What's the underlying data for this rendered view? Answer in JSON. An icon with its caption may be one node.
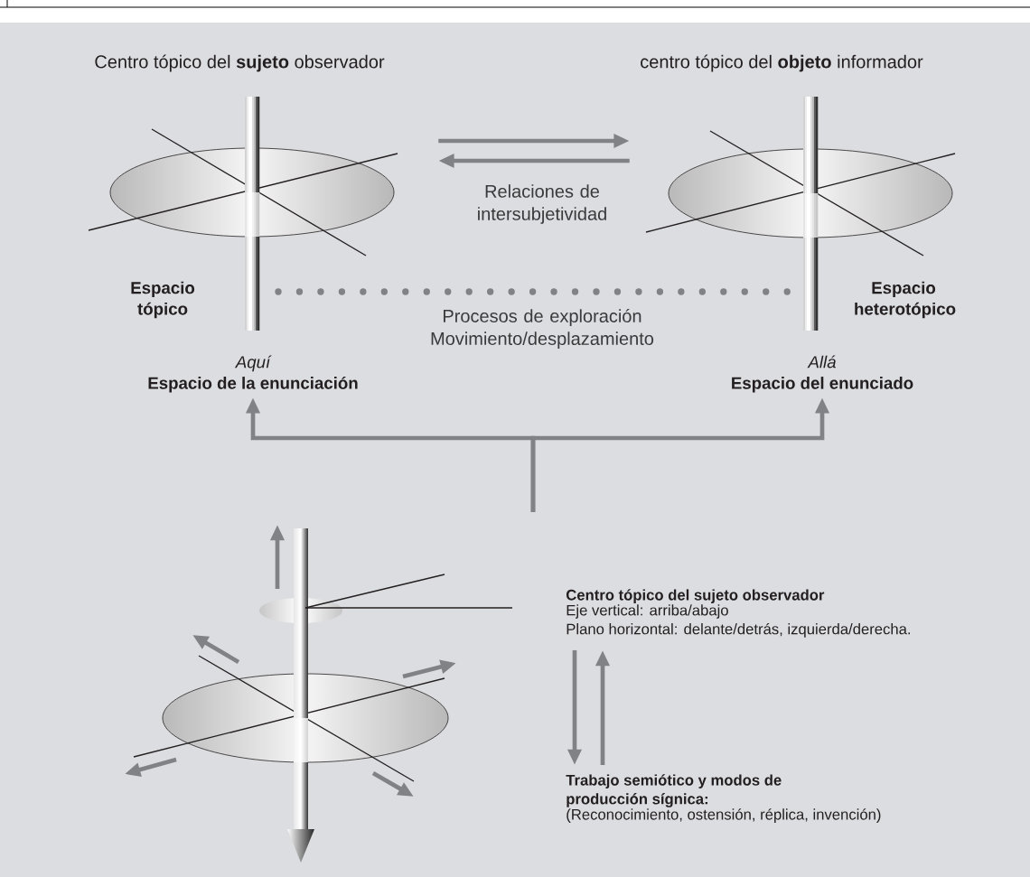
{
  "diagram": {
    "nodes": [
      {
        "text": [
          "Centro tópico del **sujeto** observador"
        ]
      },
      {
        "text": [
          "centro tópico del **objeto** informador"
        ]
      },
      {
        "text": [
          "Espacio tópico"
        ]
      },
      {
        "text": [
          "Espacio heterotópico"
        ]
      },
      {
        "text": [
          "Aquí",
          "Espacio de la enunciación"
        ]
      },
      {
        "text": [
          "Allá",
          "Espacio del enunciado"
        ]
      },
      {
        "text": [],
        "shape": "picture"
      },
      {
        "text": [
          "Centro tópico del sujeto observador",
          "Eje vertical: arriba/abajo",
          "Plano horizontal: delante/detrás, izquierda/derecha."
        ]
      },
      {
        "text": [
          "Trabajo semiótico y modos de producción sígnica:",
          "(Reconocimiento, ostensión, réplica, invención)"
        ]
      }
    ],
    "edges": [
      {
        "from": 2,
        "to": 3,
        "arrow": "to"
      },
      {
        "from": 3,
        "to": 2,
        "arrow": "to",
        "label": "Relaciones de intersubjetividad"
      },
      {
        "from": 2,
        "to": 3,
        "arrow": "none",
        "style": "dashed",
        "label": "Procesos de exploración Movimiento/desplazamiento"
      },
      {
        "from": null,
        "to": 4,
        "arrow": "to"
      },
      {
        "from": null,
        "to": 5,
        "arrow": "to"
      },
      {
        "from": 7,
        "to": 6,
        "arrow": "none",
        "color": "#231f20"
      },
      {
        "from": 7,
        "to": 8,
        "arrow": "to"
      },
      {
        "from": 8,
        "to": 7,
        "arrow": "to"
      }
    ]
  }
}
